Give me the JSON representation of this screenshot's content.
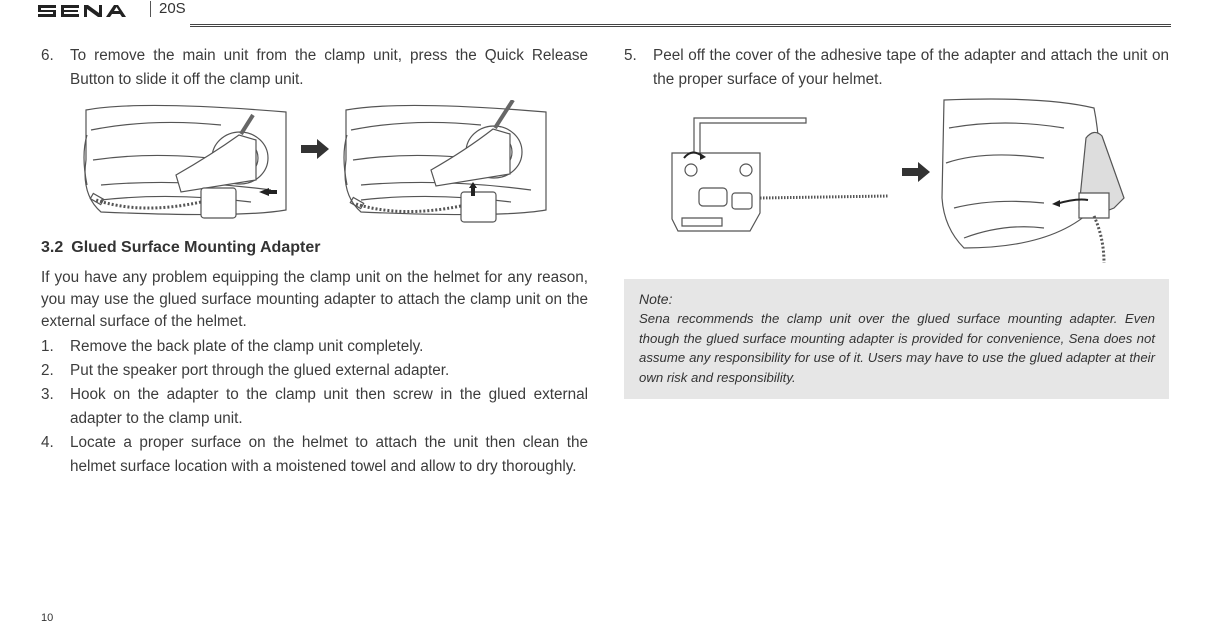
{
  "header": {
    "brand": "SENA",
    "model": "20S"
  },
  "left": {
    "step6": {
      "num": "6.",
      "text": "To remove the main unit from the clamp unit, press the Quick Release Button to slide it off the clamp unit."
    },
    "section": {
      "number": "3.2",
      "title": "Glued Surface Mounting Adapter"
    },
    "intro": "If you have any problem equipping the clamp unit on the helmet for any reason, you may use the glued surface mounting adapter to attach the clamp unit on the external surface of the helmet.",
    "steps": [
      {
        "num": "1.",
        "text": "Remove the back plate of the clamp unit completely."
      },
      {
        "num": "2.",
        "text": "Put the speaker port through the glued external adapter."
      },
      {
        "num": "3.",
        "text": "Hook on the adapter to the clamp unit then screw in the glued external adapter to the clamp unit."
      },
      {
        "num": "4.",
        "text": "Locate a proper surface on the helmet to attach the unit then clean the helmet surface location with a moistened towel and allow to dry thoroughly."
      }
    ]
  },
  "right": {
    "step5": {
      "num": "5.",
      "text": "Peel off the cover of the adhesive tape of the adapter and attach the unit on the proper surface of your helmet."
    },
    "note": {
      "title": "Note:",
      "body": "Sena recommends the clamp unit over the glued surface mounting adapter. Even though the glued surface mounting adapter is provided for convenience, Sena does not assume any responsibility for use of it. Users may have to use the glued adapter at their own risk and responsibility."
    }
  },
  "footer": {
    "page_number": "10"
  },
  "icons": [
    "sena-logo",
    "arrow-right-icon"
  ],
  "colors": {
    "text": "#3c3c3c",
    "note_bg": "#e6e6e6",
    "line_art": "#555555"
  }
}
